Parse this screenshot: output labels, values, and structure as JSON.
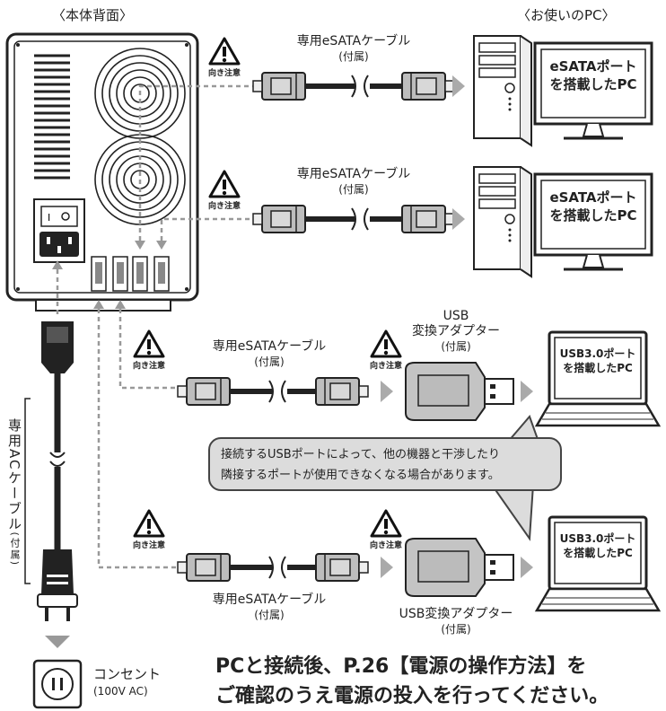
{
  "labels": {
    "unit_back": "〈本体背面〉",
    "your_pc": "〈お使いのPC〉",
    "esata_cable": "専用eSATAケーブル",
    "included": "(付属)",
    "caution": "向き注意",
    "usb": "USB",
    "usb_adapter": "変換アダプター",
    "usb_adapter_full": "USB変換アダプター",
    "ac_cable_main": "専用ACケーブル",
    "ac_cable_included": "(付属)",
    "outlet": "コンセント",
    "outlet_voltage": "(100V AC)"
  },
  "pcs": [
    {
      "line1": "eSATAポート",
      "line2": "を搭載したPC"
    },
    {
      "line1": "eSATAポート",
      "line2": "を搭載したPC"
    },
    {
      "line1": "USB3.0ポート",
      "line2": "を搭載したPC"
    },
    {
      "line1": "USB3.0ポート",
      "line2": "を搭載したPC"
    }
  ],
  "callout": {
    "line1": "接続するUSBポートによって、他の機器と干渉したり",
    "line2": "隣接するポートが使用できなくなる場合があります。"
  },
  "footer": {
    "line1": "PCと接続後、P.26【電源の操作方法】を",
    "line2": "ご確認のうえ電源の投入を行ってください。"
  },
  "colors": {
    "gray_connector": "#bdbdbd",
    "dashed_line": "#999999",
    "arrow": "#aaaaaa",
    "callout_bg": "#dcdcdc"
  }
}
